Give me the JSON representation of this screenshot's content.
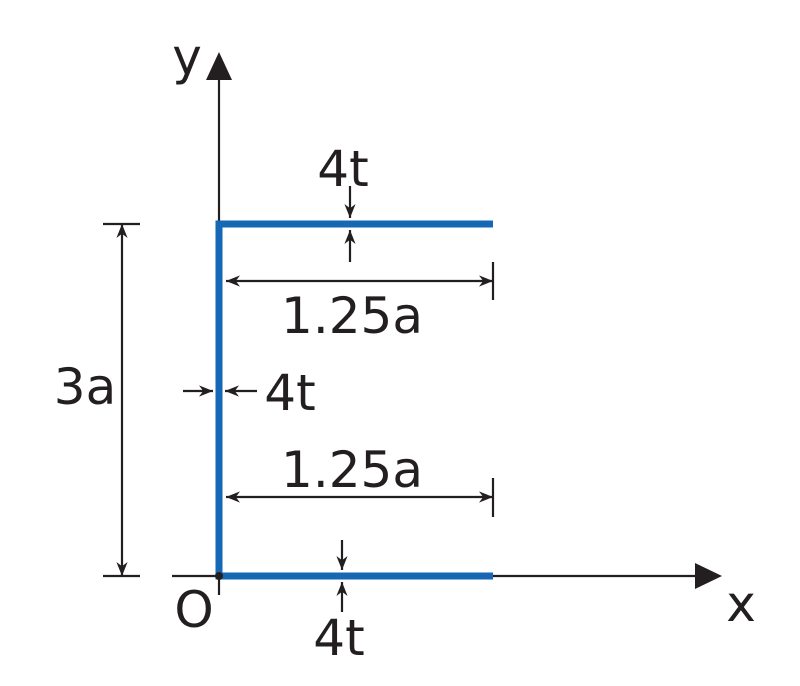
{
  "diagram": {
    "axis_x_label": "x",
    "axis_y_label": "y",
    "origin_label": "O",
    "height_label": "3a",
    "top_flange_width_label": "1.25a",
    "bottom_flange_width_label": "1.25a",
    "top_flange_thickness_label": "4t",
    "web_thickness_label": "4t",
    "bottom_flange_thickness_label": "4t"
  },
  "colors": {
    "section": "#1667b6",
    "lines": "#231f20"
  }
}
